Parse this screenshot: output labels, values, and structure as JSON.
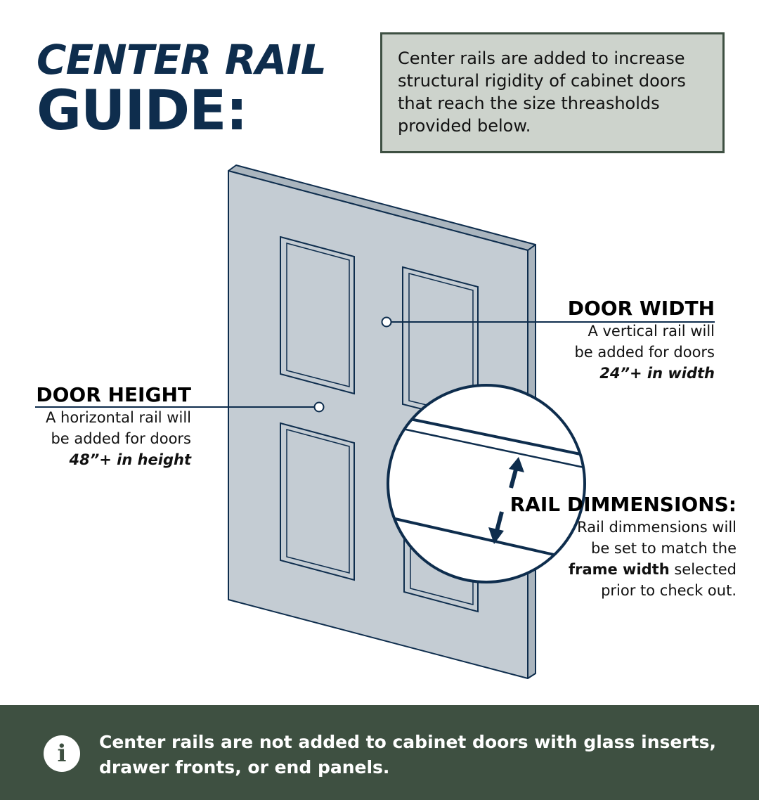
{
  "title": {
    "line1": "CENTER RAIL",
    "line2": "GUIDE:"
  },
  "intro": {
    "lines": [
      "Center rails are added to increase",
      "structural rigidity of cabinet doors",
      "that reach the size threasholds",
      "provided below."
    ]
  },
  "door_height": {
    "heading": "DOOR HEIGHT",
    "line1": "A horizontal rail will",
    "line2": "be added for doors",
    "line3": "48”+ in height"
  },
  "door_width": {
    "heading": "DOOR WIDTH",
    "line1": "A vertical rail will",
    "line2": "be added for doors",
    "line3": "24”+ in width"
  },
  "rail_dimensions": {
    "heading": "RAIL DIMMENSIONS:",
    "line1": "Rail dimmensions will",
    "line2": "be set to match the",
    "line3_strong": "frame width",
    "line3_rest": " selected",
    "line4": "prior to check out."
  },
  "footer": {
    "icon": "info-icon",
    "line1": "Center rails are not added to cabinet doors with glass inserts,",
    "line2": "drawer fronts, or end panels."
  },
  "colors": {
    "navy": "#0e2d4d",
    "door_fill": "#c4ccd3",
    "door_stroke": "#0e2d4d",
    "box_fill": "#cdd3cc",
    "box_border": "#3e5042",
    "footer_bg": "#3e5041"
  }
}
